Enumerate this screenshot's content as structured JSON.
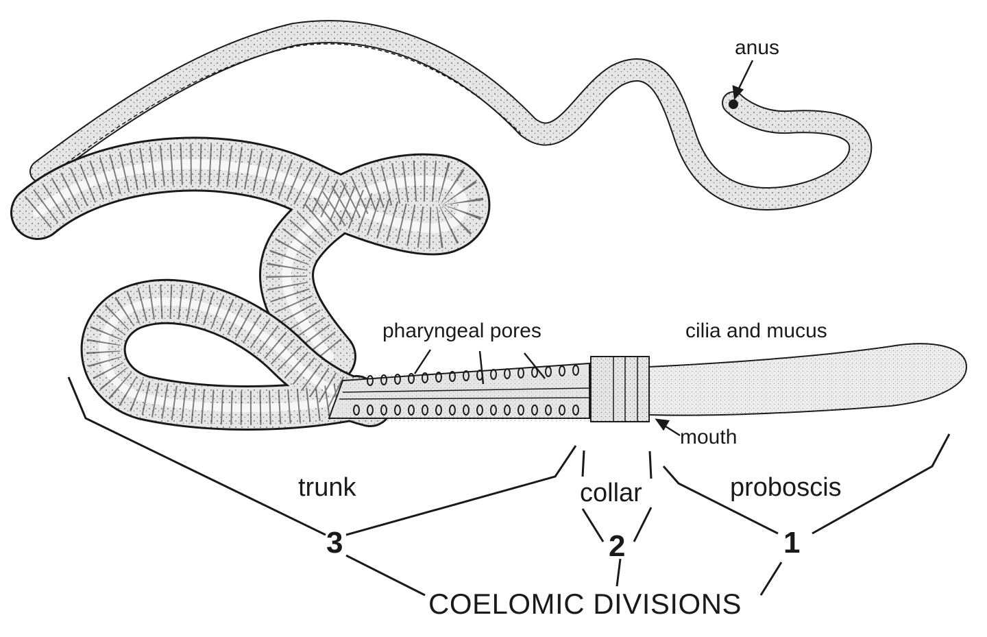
{
  "labels": {
    "anus": "anus",
    "pharyngeal_pores": "pharyngeal pores",
    "cilia_mucus": "cilia and mucus",
    "mouth": "mouth",
    "trunk": "trunk",
    "collar": "collar",
    "proboscis": "proboscis",
    "num_3": "3",
    "num_2": "2",
    "num_1": "1",
    "coelomic": "COELOMIC DIVISIONS"
  },
  "colors": {
    "ink": "#1a1a1a",
    "body_fill": "#e6e6e6",
    "stripe_fill": "#f7f7f7",
    "proboscis_fill": "#ededed"
  }
}
